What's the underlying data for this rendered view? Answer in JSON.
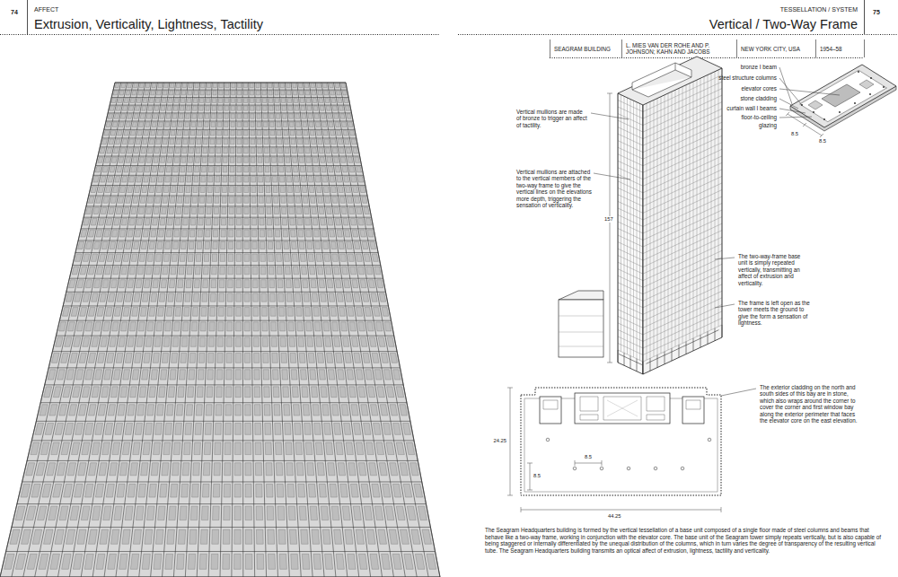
{
  "diagram": {
    "title": "Vertical / Two-Way Frame",
    "caption": "The Seagram Headquarters building is formed by the vertical tessellation of a base unit composed of a single floor made of steel columns and beams that behave like a two-way frame, working in conjunction with the elevator core. The base unit of the Seagram tower simply repeats vertically, but is also capable of being staggered or internally differentiated by the unequal distribution of the columns, which in turn varies the degree of transparency of the resulting vertical tube. The Seagram Headquarters building transmits an optical affect of extrusion, lightness, tactility and verticality.",
    "labels": [
      "74",
      "AFFECT",
      "Extrusion, Verticality, Lightness, Tactility",
      "TESSELLATION / SYSTEM",
      "75",
      "SEAGRAM BUILDING",
      "L. MIES VAN DER ROHE AND P. JOHNSON; KAHN AND JACOBS",
      "NEW YORK CITY, USA",
      "1954–58",
      "bronze I beam",
      "steel structure columns",
      "elevator cores",
      "stone cladding",
      "curtain wall I beams",
      "floor-to-ceiling glazing",
      "8.5",
      "8.5",
      "Vertical mullions are made of bronze to trigger an affect of tactility.",
      "Vertical mullions are attached to the vertical members of the two-way frame to give the vertical lines on the elevations more depth, triggering the sensation of verticality.",
      "157",
      "The two-way-frame base unit is simply repeated vertically, transmitting an affect of extrusion and verticality.",
      "The frame is left open as the tower meets the ground to give the form a sensation of lightness.",
      "The exterior cladding on the north and south sides of this bay are in stone, which also wraps around the corner to cover the corner and first window bay along the exterior perimeter that faces the elevator core on the east elevation.",
      "8.5",
      "24.25",
      "8.5",
      "44.25"
    ]
  }
}
